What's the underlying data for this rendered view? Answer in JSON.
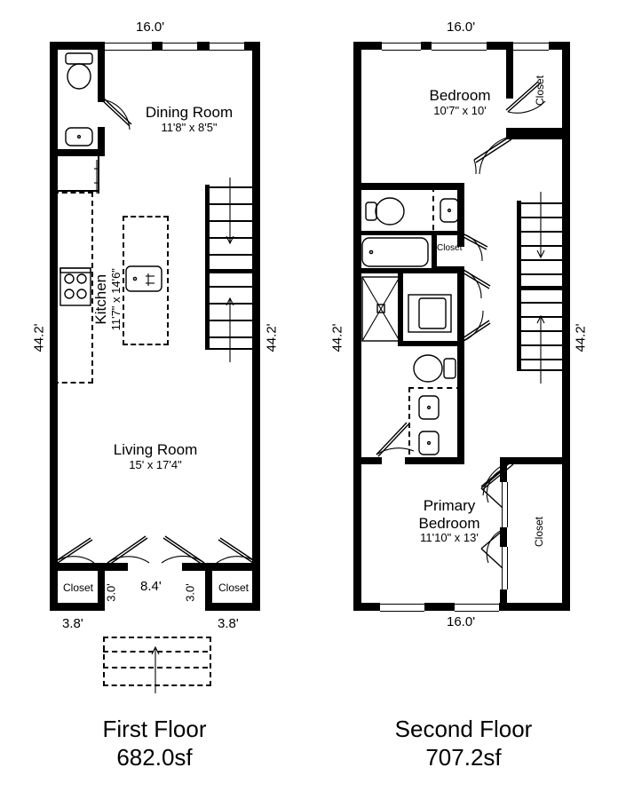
{
  "document": {
    "type": "floor-plan",
    "units": "feet-inches"
  },
  "floor1": {
    "caption_title": "First Floor",
    "caption_area": "682.0sf",
    "dimensions": {
      "top_width": "16.0'",
      "left_height": "44.2'",
      "right_height": "44.2'",
      "bottom_left_closet": "3.8'",
      "bottom_right_closet": "3.8'",
      "bottom_center": "8.4'",
      "bottom_left_door": "3.0'",
      "bottom_right_door": "3.0'"
    },
    "rooms": [
      {
        "name": "Dining Room",
        "size": "11'8\" x 8'5\""
      },
      {
        "name": "Kitchen",
        "size": "11'7\" x 14'6\""
      },
      {
        "name": "Living Room",
        "size": "15' x 17'4\""
      }
    ],
    "closets": [
      "Closet",
      "Closet"
    ],
    "fixtures": [
      "toilet",
      "sink",
      "range",
      "kitchen-sink",
      "island",
      "stairs"
    ]
  },
  "floor2": {
    "caption_title": "Second Floor",
    "caption_area": "707.2sf",
    "dimensions": {
      "top_width": "16.0'",
      "left_height": "44.2'",
      "right_height": "44.2'",
      "bottom_width": "16.0'"
    },
    "rooms": [
      {
        "name": "Bedroom",
        "size": "10'7\" x 10'"
      },
      {
        "name": "Primary Bedroom",
        "name_line1": "Primary",
        "name_line2": "Bedroom",
        "size": "11'10\" x  13'"
      }
    ],
    "closets": [
      "Closet",
      "Closet",
      "Closet"
    ],
    "fixtures": [
      "toilet",
      "sink",
      "bathtub",
      "shower",
      "vanity",
      "toilet",
      "sink",
      "sink",
      "stairs"
    ]
  },
  "colors": {
    "wall": "#000000",
    "background": "#ffffff",
    "fixture_stroke": "#000000"
  }
}
